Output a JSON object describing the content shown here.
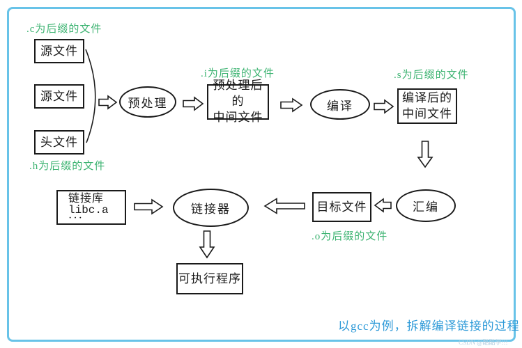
{
  "diagram": {
    "caption": "以gcc为例，拆解编译链接的过程",
    "watermark": "CSDN @酷酷学!!!",
    "colors": {
      "frame_border": "#68c3e8",
      "suffix_label_green": "#3cb371",
      "caption_blue": "#2e9ad8",
      "node_stroke": "#1a1a1a"
    },
    "nodes": {
      "source_file_1": "源文件",
      "source_file_2": "源文件",
      "header_file": "头文件",
      "preprocess": "预处理",
      "pre_intermediate_line1": "预处理后的",
      "pre_intermediate_line2": "中间文件",
      "compile": "编译",
      "compiled_intermediate_line1": "编译后的",
      "compiled_intermediate_line2": "中间文件",
      "assemble": "汇编",
      "object_file": "目标文件",
      "linker": "链接器",
      "link_lib_line1": "链接库",
      "link_lib_line2": "libc.a",
      "link_lib_line3": "···",
      "executable": "可执行程序"
    },
    "suffix_labels": {
      "c": ".c为后缀的文件",
      "h": ".h为后缀的文件",
      "i": ".i为后缀的文件",
      "s": ".s为后缀的文件",
      "o": ".o为后缀的文件"
    }
  }
}
